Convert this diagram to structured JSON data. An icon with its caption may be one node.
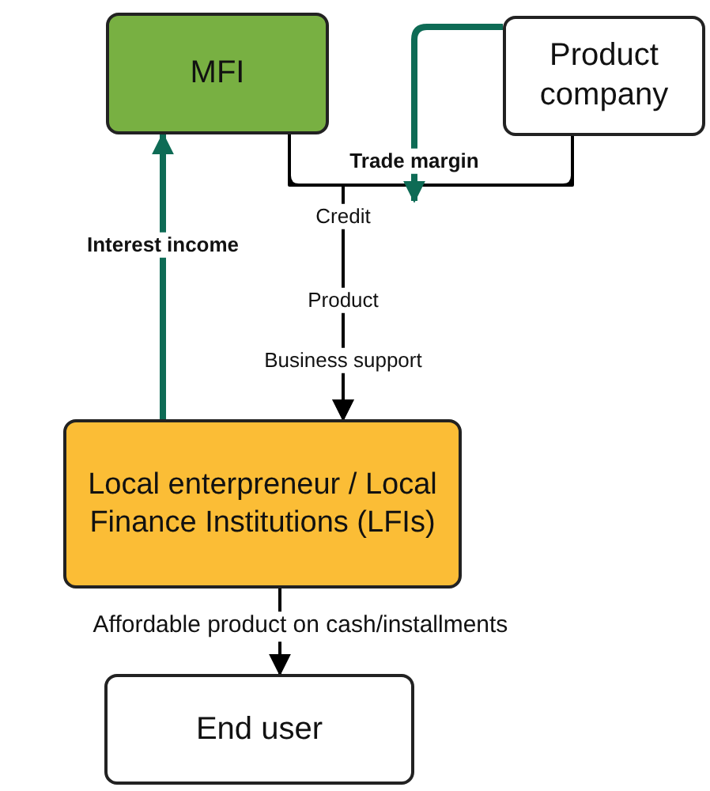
{
  "diagram": {
    "nodes": [
      {
        "text": [
          "MFI"
        ]
      },
      {
        "text": [
          "Product company"
        ]
      },
      {
        "text": [
          "Local enterpreneur / Local Finance Institutions (LFIs)"
        ]
      },
      {
        "text": [
          "End user"
        ]
      }
    ],
    "edges": [
      {
        "from": 0,
        "to": 1,
        "arrow": "none",
        "label": "Trade margin"
      },
      {
        "from": 0,
        "to": 2,
        "arrow": "to",
        "label": "Credit"
      },
      {
        "from": 1,
        "to": 2,
        "arrow": "to",
        "label": "Product"
      },
      {
        "from": 1,
        "to": null,
        "arrow": "to",
        "style": "thick",
        "color": "#0e6b55"
      },
      {
        "from": 2,
        "to": 0,
        "arrow": "to",
        "label": "Interest income",
        "style": "thick",
        "color": "#0e6b55"
      },
      {
        "from": 2,
        "to": 3,
        "arrow": "to",
        "label": "Affordable product on cash/installments"
      }
    ],
    "labels": [
      "Business support"
    ]
  }
}
